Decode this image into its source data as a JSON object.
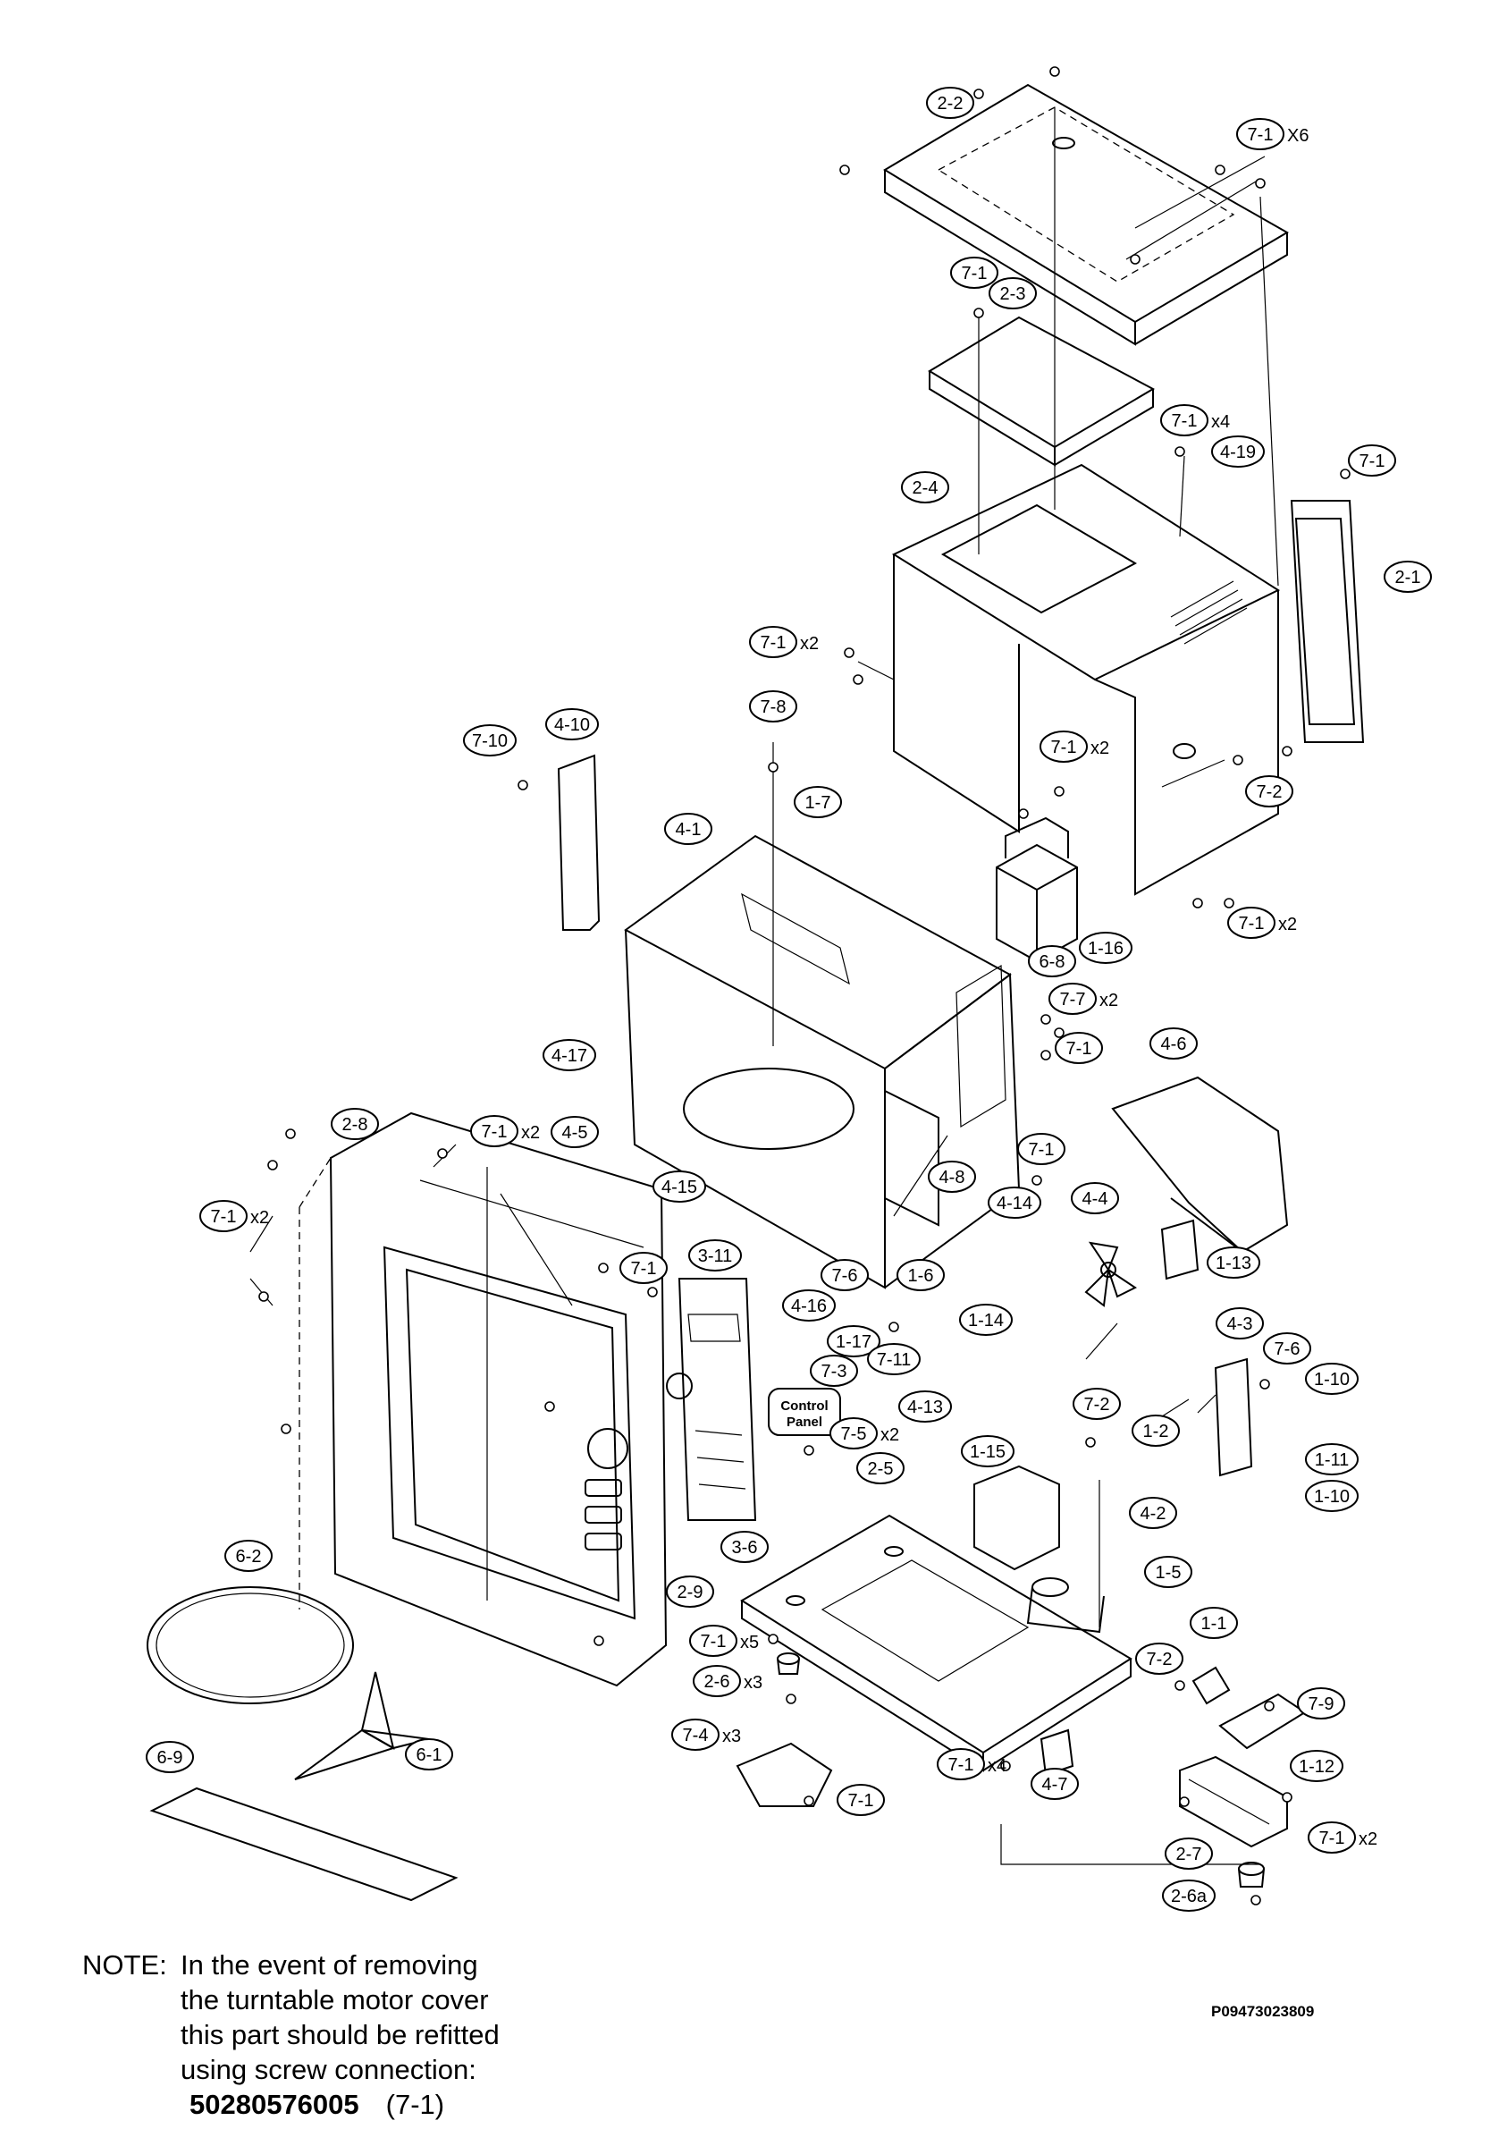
{
  "diagram": {
    "callouts": [
      {
        "id": "c-2-2",
        "label": "2-2"
      },
      {
        "id": "c-7-1-top",
        "label": "7-1",
        "qty": "X6"
      },
      {
        "id": "c-7-1-a",
        "label": "7-1"
      },
      {
        "id": "c-2-3",
        "label": "2-3"
      },
      {
        "id": "c-7-1-b",
        "label": "7-1",
        "qty": "x4"
      },
      {
        "id": "c-4-19",
        "label": "4-19"
      },
      {
        "id": "c-7-1-c",
        "label": "7-1"
      },
      {
        "id": "c-2-4",
        "label": "2-4"
      },
      {
        "id": "c-2-1",
        "label": "2-1"
      },
      {
        "id": "c-7-1-d",
        "label": "7-1",
        "qty": "x2"
      },
      {
        "id": "c-7-8",
        "label": "7-8"
      },
      {
        "id": "c-7-1-e",
        "label": "7-1",
        "qty": "x2"
      },
      {
        "id": "c-7-2-a",
        "label": "7-2"
      },
      {
        "id": "c-7-10",
        "label": "7-10"
      },
      {
        "id": "c-4-10",
        "label": "4-10"
      },
      {
        "id": "c-1-7",
        "label": "1-7"
      },
      {
        "id": "c-4-1",
        "label": "4-1"
      },
      {
        "id": "c-7-1-f",
        "label": "7-1",
        "qty": "x2"
      },
      {
        "id": "c-1-16",
        "label": "1-16"
      },
      {
        "id": "c-6-8",
        "label": "6-8"
      },
      {
        "id": "c-7-7",
        "label": "7-7",
        "qty": "x2"
      },
      {
        "id": "c-7-1-g",
        "label": "7-1"
      },
      {
        "id": "c-4-6",
        "label": "4-6"
      },
      {
        "id": "c-4-17",
        "label": "4-17"
      },
      {
        "id": "c-2-8",
        "label": "2-8"
      },
      {
        "id": "c-7-1-h",
        "label": "7-1",
        "qty": "x2"
      },
      {
        "id": "c-4-5",
        "label": "4-5"
      },
      {
        "id": "c-7-1-i",
        "label": "7-1"
      },
      {
        "id": "c-7-1-j",
        "label": "7-1",
        "qty": "x2"
      },
      {
        "id": "c-4-15",
        "label": "4-15"
      },
      {
        "id": "c-4-8",
        "label": "4-8"
      },
      {
        "id": "c-4-14",
        "label": "4-14"
      },
      {
        "id": "c-4-4",
        "label": "4-4"
      },
      {
        "id": "c-1-13",
        "label": "1-13"
      },
      {
        "id": "c-7-1-k",
        "label": "7-1"
      },
      {
        "id": "c-3-11",
        "label": "3-11"
      },
      {
        "id": "c-7-6-a",
        "label": "7-6"
      },
      {
        "id": "c-4-16",
        "label": "4-16"
      },
      {
        "id": "c-1-6",
        "label": "1-6"
      },
      {
        "id": "c-1-17",
        "label": "1-17"
      },
      {
        "id": "c-7-11",
        "label": "7-11"
      },
      {
        "id": "c-1-14",
        "label": "1-14"
      },
      {
        "id": "c-7-3",
        "label": "7-3"
      },
      {
        "id": "c-4-3",
        "label": "4-3"
      },
      {
        "id": "c-7-6-b",
        "label": "7-6"
      },
      {
        "id": "c-4-13",
        "label": "4-13"
      },
      {
        "id": "c-7-2-b",
        "label": "7-2"
      },
      {
        "id": "c-1-10-a",
        "label": "1-10"
      },
      {
        "id": "c-7-5",
        "label": "7-5",
        "qty": "x2"
      },
      {
        "id": "c-1-2",
        "label": "1-2"
      },
      {
        "id": "c-1-15",
        "label": "1-15"
      },
      {
        "id": "c-1-11",
        "label": "1-11"
      },
      {
        "id": "c-1-10-b",
        "label": "1-10"
      },
      {
        "id": "c-2-5",
        "label": "2-5"
      },
      {
        "id": "c-4-2",
        "label": "4-2"
      },
      {
        "id": "c-3-6",
        "label": "3-6"
      },
      {
        "id": "c-2-9",
        "label": "2-9"
      },
      {
        "id": "c-1-5",
        "label": "1-5"
      },
      {
        "id": "c-6-2",
        "label": "6-2"
      },
      {
        "id": "c-1-1",
        "label": "1-1"
      },
      {
        "id": "c-7-1-l",
        "label": "7-1",
        "qty": "x5"
      },
      {
        "id": "c-7-2-c",
        "label": "7-2"
      },
      {
        "id": "c-2-6",
        "label": "2-6",
        "qty": "x3"
      },
      {
        "id": "c-7-9",
        "label": "7-9"
      },
      {
        "id": "c-6-9",
        "label": "6-9"
      },
      {
        "id": "c-6-1",
        "label": "6-1"
      },
      {
        "id": "c-7-4",
        "label": "7-4",
        "qty": "x3"
      },
      {
        "id": "c-7-1-m",
        "label": "7-1",
        "qty": "x4"
      },
      {
        "id": "c-4-7",
        "label": "4-7"
      },
      {
        "id": "c-1-12",
        "label": "1-12"
      },
      {
        "id": "c-7-1-n",
        "label": "7-1"
      },
      {
        "id": "c-7-1-o",
        "label": "7-1",
        "qty": "x2"
      },
      {
        "id": "c-2-7",
        "label": "2-7"
      },
      {
        "id": "c-2-6a",
        "label": "2-6a"
      }
    ],
    "control_panel_label": [
      "Control",
      "Panel"
    ]
  },
  "note": {
    "label": "NOTE:",
    "lines": [
      "In the event of removing",
      "the turntable motor cover",
      "this part should be refitted",
      "using screw connection:"
    ],
    "part_number": "50280576005",
    "part_ref": "(7-1)"
  },
  "drawing_number": "P09473023809"
}
